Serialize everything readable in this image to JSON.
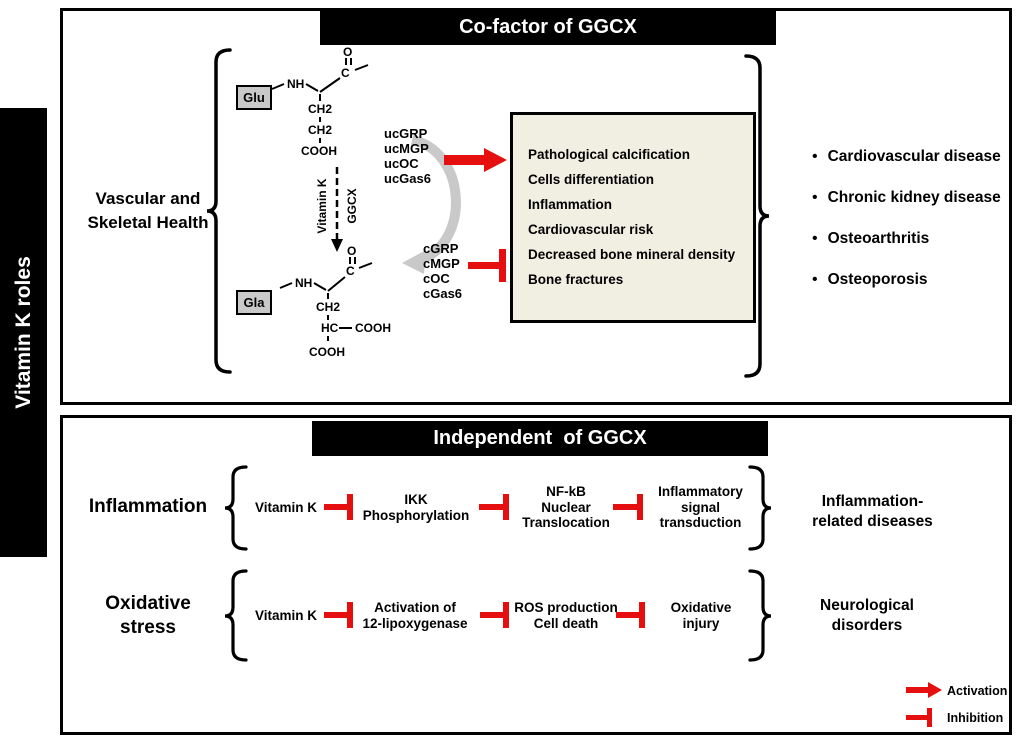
{
  "colors": {
    "accent_red": "#e50f0f",
    "effects_box_bg": "#f1eee2",
    "label_box_bg": "#c9c9c9"
  },
  "sidebar": {
    "label": "Vitamin K roles"
  },
  "top_panel": {
    "title": "Co-factor of GGCX",
    "left_label": "Vascular and\nSkeletal Health",
    "glu_label": "Glu",
    "gla_label": "Gla",
    "vitamin_k_label": "Vitamin K",
    "ggcx_label": "GGCX",
    "atoms": {
      "nh_top": "NH",
      "o_top": "O",
      "c_top": "C",
      "ch2_a": "CH2",
      "ch2_b": "CH2",
      "cooh_top": "COOH",
      "nh_bot": "NH",
      "o_bot": "O",
      "c_bot": "C",
      "ch2_c": "CH2",
      "hc": "HC",
      "cooh_right": "COOH",
      "cooh_bot": "COOH"
    },
    "uc_list": [
      "ucGRP",
      "ucMGP",
      "ucOC",
      "ucGas6"
    ],
    "c_list": [
      "cGRP",
      "cMGP",
      "cOC",
      "cGas6"
    ],
    "effects": [
      "Pathological calcification",
      "Cells differentiation",
      "Inflammation",
      "Cardiovascular risk",
      "Decreased bone mineral density",
      "Bone fractures"
    ],
    "bullet": "•",
    "diseases": [
      "Cardiovascular disease",
      "Chronic kidney disease",
      "Osteoarthritis",
      "Osteoporosis"
    ]
  },
  "bottom_panel": {
    "title": "Independent  of GGCX",
    "rows": [
      {
        "label": "Inflammation",
        "steps": [
          "Vitamin K",
          "IKK\nPhosphorylation",
          "NF-kB\nNuclear\nTranslocation",
          "Inflammatory\nsignal\ntransduction"
        ],
        "outcome": "Inflammation-\nrelated diseases"
      },
      {
        "label": "Oxidative\nstress",
        "steps": [
          "Vitamin K",
          "Activation of\n12-lipoxygenase",
          "ROS production\nCell death",
          "Oxidative\ninjury"
        ],
        "outcome": "Neurological\ndisorders"
      }
    ],
    "legend": {
      "activation": "Activation",
      "inhibition": "Inhibition"
    }
  }
}
